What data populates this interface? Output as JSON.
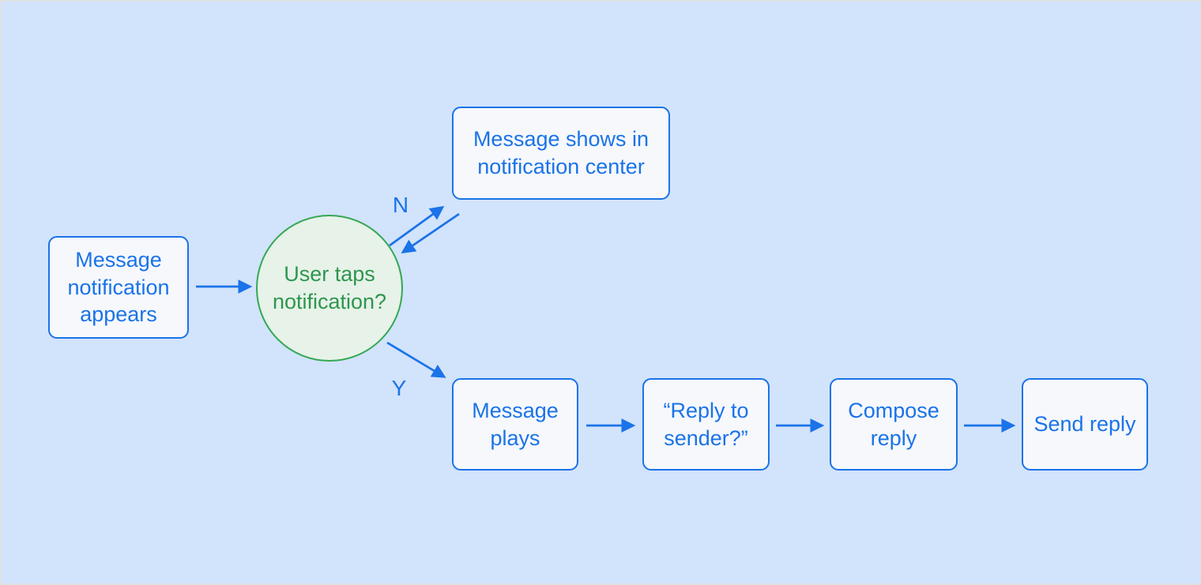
{
  "diagram": {
    "type": "flowchart",
    "colors": {
      "background": "#D2E3FC",
      "node_fill": "#F6F8FC",
      "node_border": "#1A73E8",
      "node_text": "#1A73E8",
      "decision_fill": "#E7F2E9",
      "decision_border": "#34A853",
      "decision_text": "#2E964D",
      "arrow": "#1A73E8"
    },
    "nodes": {
      "start": {
        "shape": "rounded-rect",
        "label": "Message notification appears"
      },
      "decision": {
        "shape": "circle",
        "label": "User taps notification?"
      },
      "notif_center": {
        "shape": "rounded-rect",
        "label": "Message shows in notification center"
      },
      "message_plays": {
        "shape": "rounded-rect",
        "label": "Message plays"
      },
      "reply_prompt": {
        "shape": "rounded-rect",
        "label": "“Reply to sender?”"
      },
      "compose_reply": {
        "shape": "rounded-rect",
        "label": "Compose reply"
      },
      "send_reply": {
        "shape": "rounded-rect",
        "label": "Send reply"
      }
    },
    "edges": [
      {
        "from": "start",
        "to": "decision",
        "label": ""
      },
      {
        "from": "decision",
        "to": "notif_center",
        "label": "N"
      },
      {
        "from": "notif_center",
        "to": "decision",
        "label": ""
      },
      {
        "from": "decision",
        "to": "message_plays",
        "label": "Y"
      },
      {
        "from": "message_plays",
        "to": "reply_prompt",
        "label": ""
      },
      {
        "from": "reply_prompt",
        "to": "compose_reply",
        "label": ""
      },
      {
        "from": "compose_reply",
        "to": "send_reply",
        "label": ""
      }
    ]
  }
}
